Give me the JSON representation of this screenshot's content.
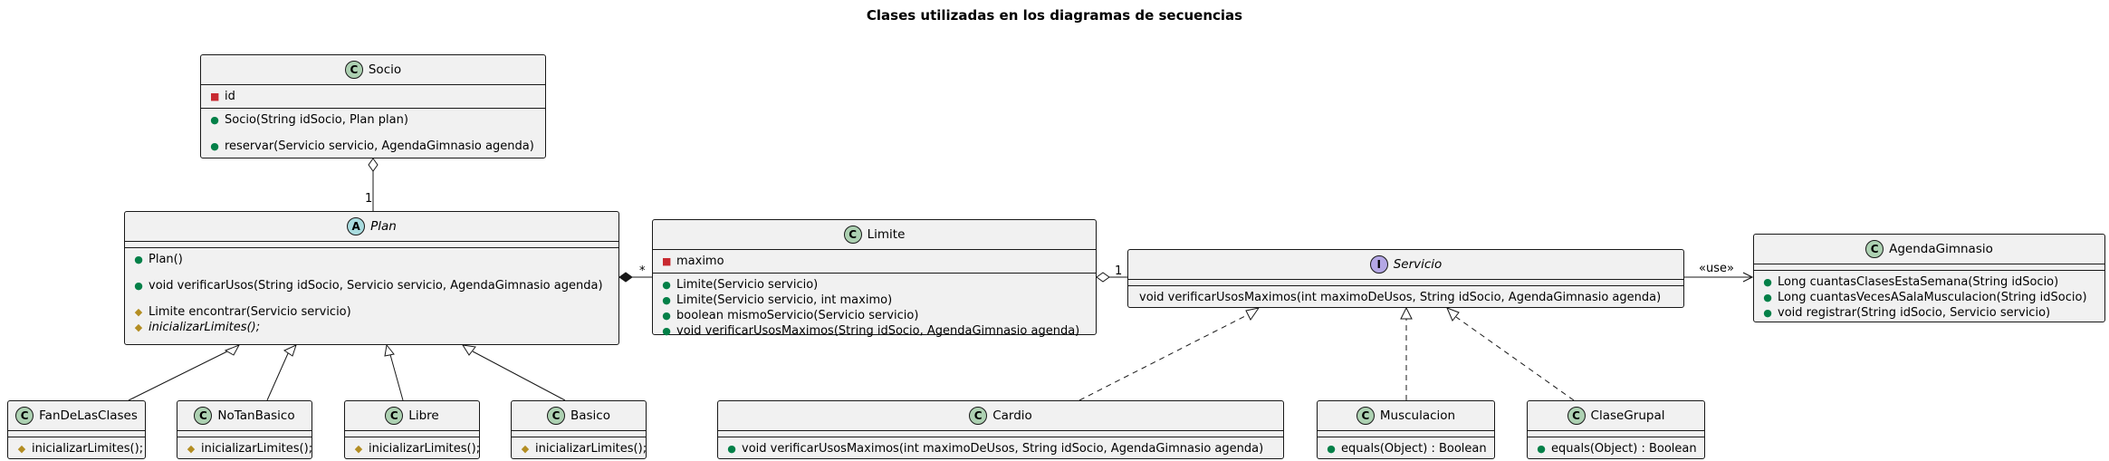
{
  "title": "Clases utilizadas en los diagramas de secuencias",
  "classes": {
    "socio": {
      "name": "Socio",
      "badge": "C",
      "fields": [
        "id"
      ],
      "methods": [
        "Socio(String idSocio, Plan plan)",
        "reservar(Servicio servicio, AgendaGimnasio agenda)"
      ]
    },
    "plan": {
      "name": "Plan",
      "badge": "A",
      "methods": [
        "Plan()",
        "void verificarUsos(String idSocio, Servicio servicio, AgendaGimnasio agenda)",
        "Limite encontrar(Servicio servicio)",
        "inicializarLimites();"
      ]
    },
    "limite": {
      "name": "Limite",
      "badge": "C",
      "fields": [
        "maximo"
      ],
      "methods": [
        "Limite(Servicio servicio)",
        "Limite(Servicio servicio, int maximo)",
        "boolean mismoServicio(Servicio servicio)",
        "void verificarUsosMaximos(String idSocio, AgendaGimnasio agenda)"
      ]
    },
    "servicio": {
      "name": "Servicio",
      "badge": "I",
      "methods": [
        "void verificarUsosMaximos(int maximoDeUsos, String idSocio, AgendaGimnasio agenda)"
      ]
    },
    "agenda": {
      "name": "AgendaGimnasio",
      "badge": "C",
      "methods": [
        "Long cuantasClasesEstaSemana(String idSocio)",
        "Long cuantasVecesASalaMusculacion(String idSocio)",
        "void registrar(String idSocio, Servicio servicio)"
      ]
    },
    "fan": {
      "name": "FanDeLasClases",
      "badge": "C",
      "methods": [
        "inicializarLimites();"
      ]
    },
    "notan": {
      "name": "NoTanBasico",
      "badge": "C",
      "methods": [
        "inicializarLimites();"
      ]
    },
    "libre": {
      "name": "Libre",
      "badge": "C",
      "methods": [
        "inicializarLimites();"
      ]
    },
    "basico": {
      "name": "Basico",
      "badge": "C",
      "methods": [
        "inicializarLimites();"
      ]
    },
    "cardio": {
      "name": "Cardio",
      "badge": "C",
      "methods": [
        "void verificarUsosMaximos(int maximoDeUsos, String idSocio, AgendaGimnasio agenda)"
      ]
    },
    "musc": {
      "name": "Musculacion",
      "badge": "C",
      "methods": [
        "equals(Object) : Boolean"
      ]
    },
    "grupal": {
      "name": "ClaseGrupal",
      "badge": "C",
      "methods": [
        "equals(Object) : Boolean"
      ]
    }
  },
  "relations": {
    "socio_plan_mult": "1",
    "plan_limite_mult": "*",
    "limite_servicio_mult": "1",
    "use_stereotype": "«use»"
  },
  "colors": {
    "class_fill": "#f1f1f1",
    "border": "#181818",
    "badge_class": "#add1b2",
    "badge_abstract": "#a9dcdf",
    "badge_interface": "#b4a7e5",
    "private": "#c82930",
    "public": "#038048",
    "protected": "#b38d22"
  }
}
